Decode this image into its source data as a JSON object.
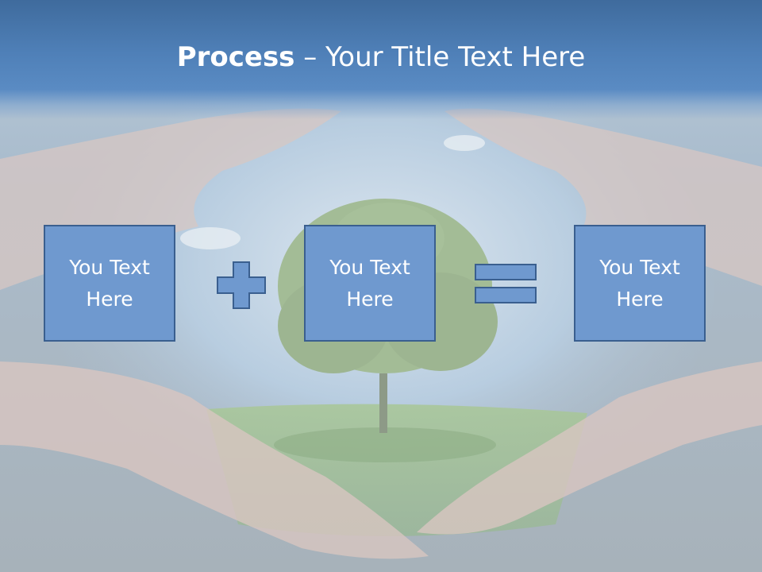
{
  "slide": {
    "title_bold": "Process",
    "title_rest": " – Your Title Text Here",
    "boxes": [
      {
        "label": "You Text Here"
      },
      {
        "label": "You Text Here"
      },
      {
        "label": "You Text Here"
      }
    ],
    "operators": [
      "plus-icon",
      "equals-icon"
    ],
    "colors": {
      "header": "#4f80b8",
      "box_fill": "#6f99cf",
      "box_border": "#3a5f8f",
      "text": "#ffffff"
    }
  }
}
